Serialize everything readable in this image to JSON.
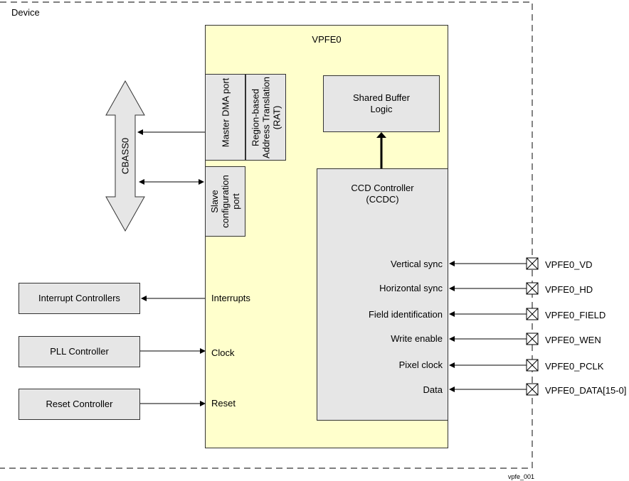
{
  "device_label": "Device",
  "vpfe_title": "VPFE0",
  "bus_label": "CBASS0",
  "master_dma_port": "Master DMA port",
  "rat": "Region-based Address Translation (RAT)",
  "slave_port": "Slave configuration port",
  "shared_buffer": [
    "Shared Buffer",
    "Logic"
  ],
  "ccd_controller": [
    "CCD Controller",
    "(CCDC)"
  ],
  "left_blocks": [
    "Interrupt Controllers",
    "PLL Controller",
    "Reset Controller"
  ],
  "left_signals": [
    "Interrupts",
    "Clock",
    "Reset"
  ],
  "ccdc_signals": [
    "Vertical sync",
    "Horizontal sync",
    "Field identification",
    "Write enable",
    "Pixel clock",
    "Data"
  ],
  "pins": [
    "VPFE0_VD",
    "VPFE0_HD",
    "VPFE0_FIELD",
    "VPFE0_WEN",
    "VPFE0_PCLK",
    "VPFE0_DATA[15-0]"
  ],
  "figure_id": "vpfe_001"
}
